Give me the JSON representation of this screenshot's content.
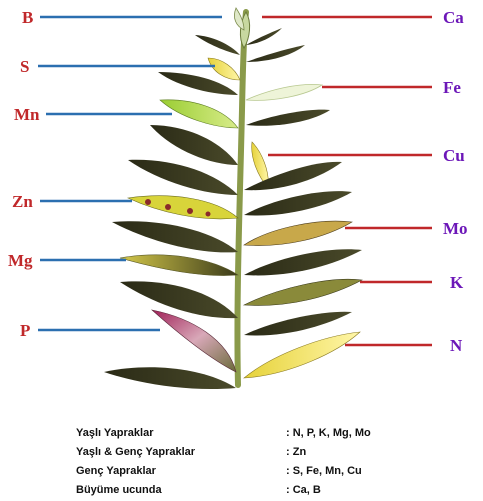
{
  "nutrients_left": [
    {
      "symbol": "B"
    },
    {
      "symbol": "S"
    },
    {
      "symbol": "Mn"
    },
    {
      "symbol": "Zn"
    },
    {
      "symbol": "Mg"
    },
    {
      "symbol": "P"
    }
  ],
  "nutrients_right": [
    {
      "symbol": "Ca"
    },
    {
      "symbol": "Fe"
    },
    {
      "symbol": "Cu"
    },
    {
      "symbol": "Mo"
    },
    {
      "symbol": "K"
    },
    {
      "symbol": "N"
    }
  ],
  "legend": [
    {
      "category": "Yaşlı Yapraklar",
      "value": ": N, P, K, Mg, Mo"
    },
    {
      "category": "Yaşlı & Genç Yapraklar",
      "value": ": Zn"
    },
    {
      "category": "Genç Yapraklar",
      "value": ": S, Fe, Mn, Cu"
    },
    {
      "category": "Büyüme ucunda",
      "value": ": Ca, B"
    }
  ],
  "colors": {
    "left_line": "#2b6fb0",
    "right_line": "#c0282a",
    "left_label": "#c0282a",
    "right_label": "#6c17b8",
    "healthy_leaf": "#3a3a20",
    "stem": "#8a9a4a"
  }
}
